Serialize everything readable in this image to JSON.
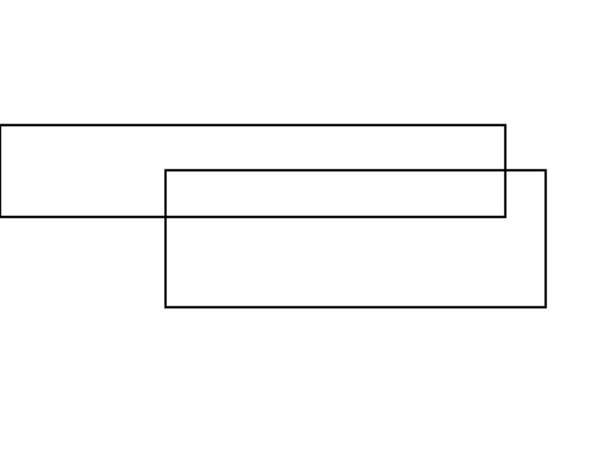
{
  "diagram": {
    "shape_count": 2,
    "shapes": [
      {
        "id": "rect-top",
        "kind": "rectangle",
        "fill": "none"
      },
      {
        "id": "rect-bottom",
        "kind": "rectangle",
        "fill": "none"
      }
    ],
    "colors": {
      "background": "#ffffff",
      "stroke": "#000000"
    }
  }
}
